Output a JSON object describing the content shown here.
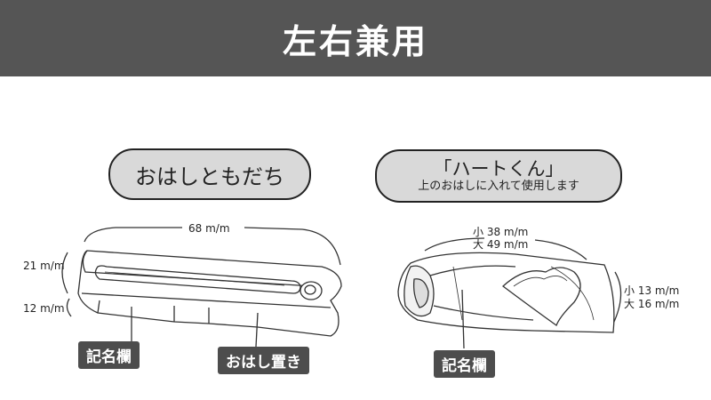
{
  "header": {
    "title": "左右兼用"
  },
  "left_product": {
    "name": "おはしともだち",
    "dim_length": "68 m/m",
    "dim_height": "21 m/m",
    "dim_thickness": "12 m/m",
    "tag_name_field": "記名欄",
    "tag_chopstick_rest": "おはし置き"
  },
  "right_product": {
    "name": "「ハートくん」",
    "subtitle": "上のおはしに入れて使用します",
    "dim_top_small": "小 38 m/m",
    "dim_top_large": "大 49 m/m",
    "dim_side_small": "小 13 m/m",
    "dim_side_large": "大 16 m/m",
    "tag_name_field": "記名欄"
  }
}
